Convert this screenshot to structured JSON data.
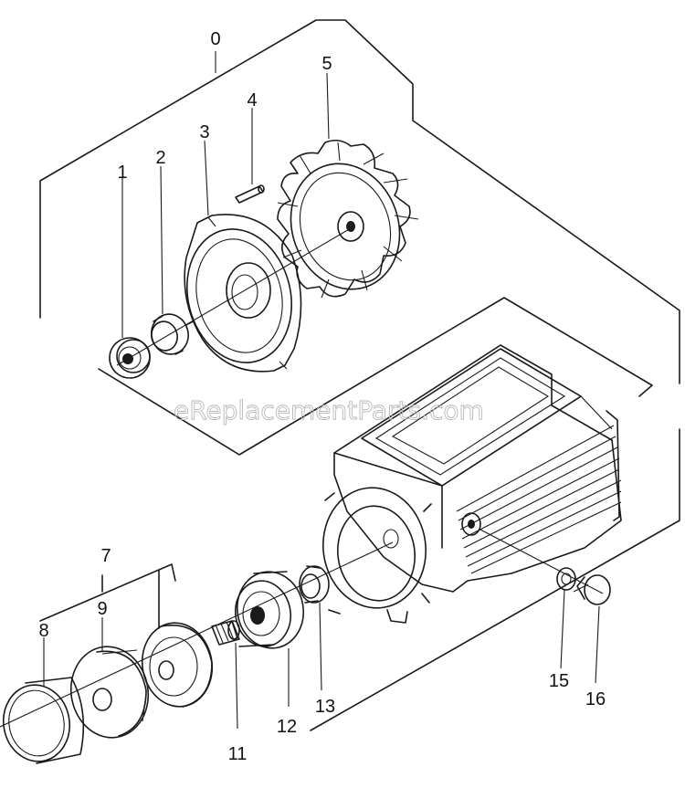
{
  "watermark": "eReplacementParts.com",
  "labels": {
    "p0": "0",
    "p1": "1",
    "p2": "2",
    "p3": "3",
    "p4": "4",
    "p5": "5",
    "p7": "7",
    "p8": "8",
    "p9": "9",
    "p11": "11",
    "p12": "12",
    "p13": "13",
    "p15": "15",
    "p16": "16"
  }
}
